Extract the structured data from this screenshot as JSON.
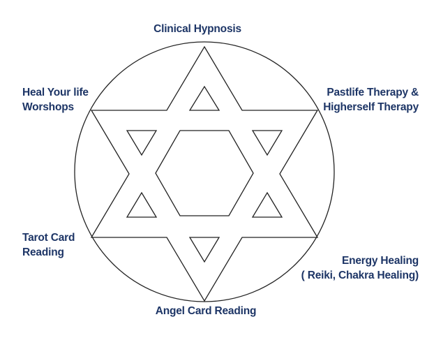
{
  "labels": {
    "top": [
      "Clinical Hypnosis"
    ],
    "top_left": [
      "Heal Your life",
      "Worshops"
    ],
    "top_right": [
      "Pastlife Therapy &",
      "Higherself Therapy"
    ],
    "bottom_left": [
      "Tarot Card",
      "Reading"
    ],
    "bottom_right": [
      "Energy Healing",
      "( Reiki, Chakra Healing)"
    ],
    "bottom": [
      "Angel Card Reading"
    ]
  },
  "colors": {
    "label_text": "#1d3566",
    "line": "#222222",
    "background": "#ffffff"
  }
}
